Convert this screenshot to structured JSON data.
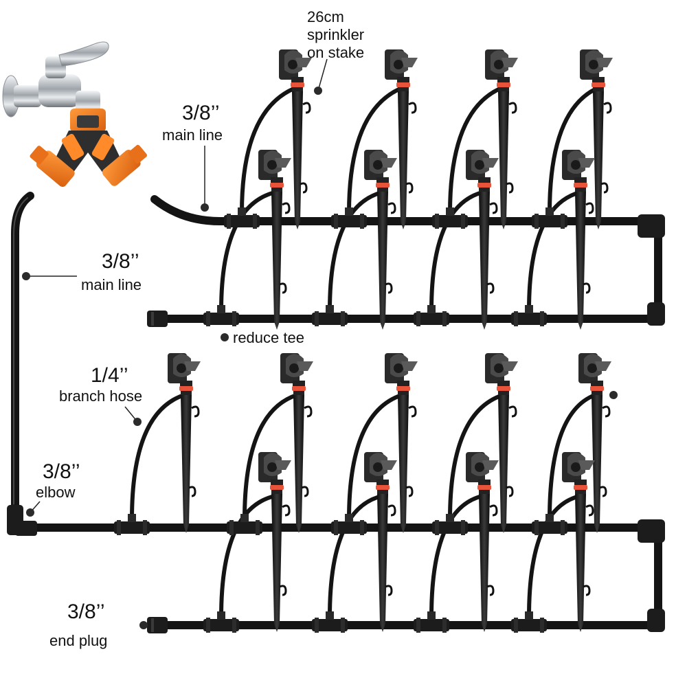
{
  "labels": {
    "sprinkler_on_stake": {
      "line1": "26cm",
      "line2": "sprinkler",
      "line3": "on stake"
    },
    "main_line_top": {
      "size": "3/8’’",
      "text": "main line"
    },
    "main_line_left": {
      "size": "3/8’’",
      "text": "main line"
    },
    "reduce_tee": {
      "text": "reduce tee"
    },
    "branch_hose": {
      "size": "1/4’’",
      "text": "branch hose"
    },
    "elbow": {
      "size": "3/8’’",
      "text": "elbow"
    },
    "end_plug": {
      "size": "3/8’’",
      "text": "end plug"
    }
  },
  "colors": {
    "hose": "#141414",
    "hose_highlight": "#5a5a5a",
    "fitting": "#1c1c1c",
    "connector_orange": "#f07a1e",
    "connector_dark": "#3a3a3a",
    "sprinkler_ring": "#e8543a",
    "chrome": "#c8ccd0",
    "leader": "#222222",
    "dot": "#2b2b2b"
  },
  "icons": [
    "faucet-icon",
    "y-splitter-icon",
    "sprinkler-stake-icon",
    "tee-fitting-icon",
    "elbow-fitting-icon",
    "end-plug-icon"
  ]
}
